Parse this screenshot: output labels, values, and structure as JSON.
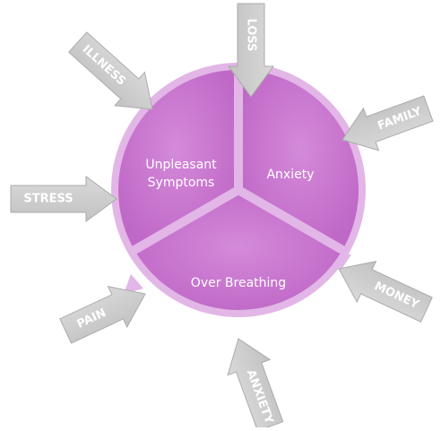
{
  "colors": {
    "ring": "#e2b6e6",
    "sector": "#c876cf",
    "sector_dark": "#b45dbd",
    "arrow_fill": "#cdcdcd",
    "arrow_stroke": "#ababab",
    "arrow_text": "#ffffff",
    "sector_text": "#ffffff"
  },
  "cycle": {
    "segments": [
      {
        "label_lines": [
          "Unpleasant",
          "Symptoms"
        ]
      },
      {
        "label_lines": [
          "Anxiety"
        ]
      },
      {
        "label_lines": [
          "Over Breathing"
        ]
      }
    ]
  },
  "triggers": [
    {
      "label": "LOSS"
    },
    {
      "label": "FAMILY"
    },
    {
      "label": "MONEY"
    },
    {
      "label": "ANXIETY"
    },
    {
      "label": "PAIN"
    },
    {
      "label": "STRESS"
    },
    {
      "label": "ILLNESS"
    }
  ]
}
